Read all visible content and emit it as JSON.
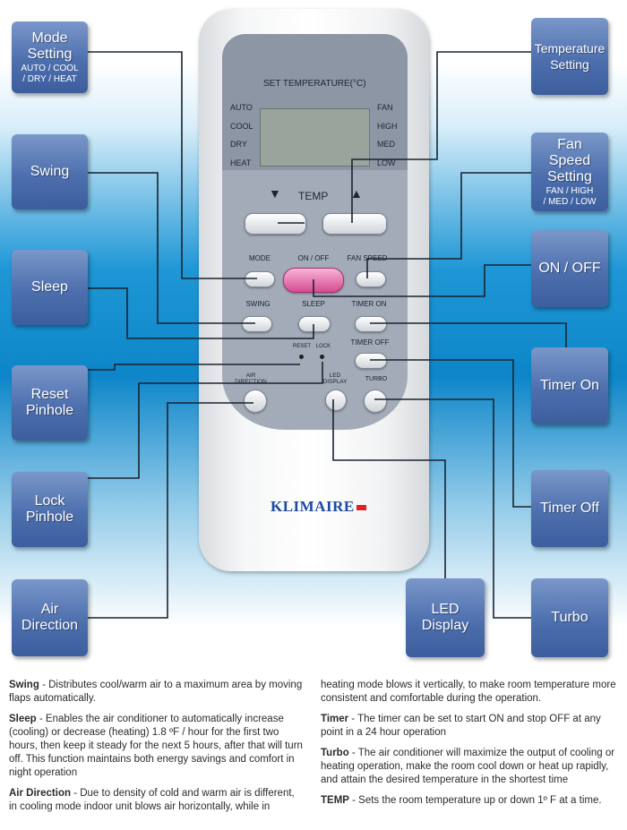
{
  "remote": {
    "set_temperature_label": "SET TEMPERATURE(°C)",
    "lcd_left": [
      "AUTO",
      "COOL",
      "DRY",
      "HEAT"
    ],
    "lcd_right": [
      "FAN",
      "HIGH",
      "MED",
      "LOW"
    ],
    "temp_label": "TEMP",
    "temp_down_symbol": "▼",
    "temp_up_symbol": "▲",
    "mode_label": "MODE",
    "on_off_label": "ON / OFF",
    "fan_speed_label": "FAN SPEED",
    "swing_label": "SWING",
    "sleep_label": "SLEEP",
    "timer_on_label": "TIMER ON",
    "timer_off_label": "TIMER OFF",
    "reset_label": "RESET",
    "lock_label": "LOCK",
    "air_direction_label": "AIR\nDIRECTION",
    "led_display_label": "LED\nDISPLAY",
    "turbo_label": "TURBO",
    "brand": "KLIMAIRE"
  },
  "callouts": {
    "mode_setting": {
      "title": "Mode\nSetting",
      "sub": "AUTO / COOL\n/ DRY / HEAT"
    },
    "swing": {
      "title": "Swing"
    },
    "sleep": {
      "title": "Sleep"
    },
    "reset_pinhole": {
      "title": "Reset\nPinhole"
    },
    "lock_pinhole": {
      "title": "Lock\nPinhole"
    },
    "air_direction": {
      "title": "Air\nDirection"
    },
    "temperature_setting": {
      "title": "Temperature\nSetting"
    },
    "fan_speed_setting": {
      "title": "Fan\nSpeed\nSetting",
      "sub": "FAN / HIGH\n/ MED / LOW"
    },
    "on_off": {
      "title": "ON / OFF"
    },
    "timer_on": {
      "title": "Timer On"
    },
    "timer_off": {
      "title": "Timer Off"
    },
    "led_display": {
      "title": "LED\nDisplay"
    },
    "turbo": {
      "title": "Turbo"
    }
  },
  "descriptions": {
    "swing_term": "Swing",
    "swing_text": " - Distributes cool/warm air to a maximum area by moving flaps automatically.",
    "sleep_term": "Sleep",
    "sleep_text": " - Enables the air conditioner to automatically increase (cooling) or decrease (heating) 1.8 ºF / hour for the first two hours, then keep it steady for the next 5 hours, after that will turn off. This function maintains both energy savings and comfort in night operation",
    "air_direction_term": "Air Direction",
    "air_direction_text": " - Due to density of cold and warm air is different, in cooling mode indoor unit blows air horizontally, while in",
    "air_direction_cont": "heating mode blows it vertically, to make room temperature more consistent and comfortable during the operation.",
    "timer_term": "Timer",
    "timer_text": " - The timer can be set to start ON and stop OFF at any point in a 24 hour operation",
    "turbo_term": "Turbo",
    "turbo_text": " - The air conditioner will maximize the output of cooling or heating operation, make the room cool down or heat up rapidly, and attain the desired temperature in the shortest time",
    "temp_term": "TEMP",
    "temp_text": " - Sets the room temperature up or down 1º F at a time."
  }
}
